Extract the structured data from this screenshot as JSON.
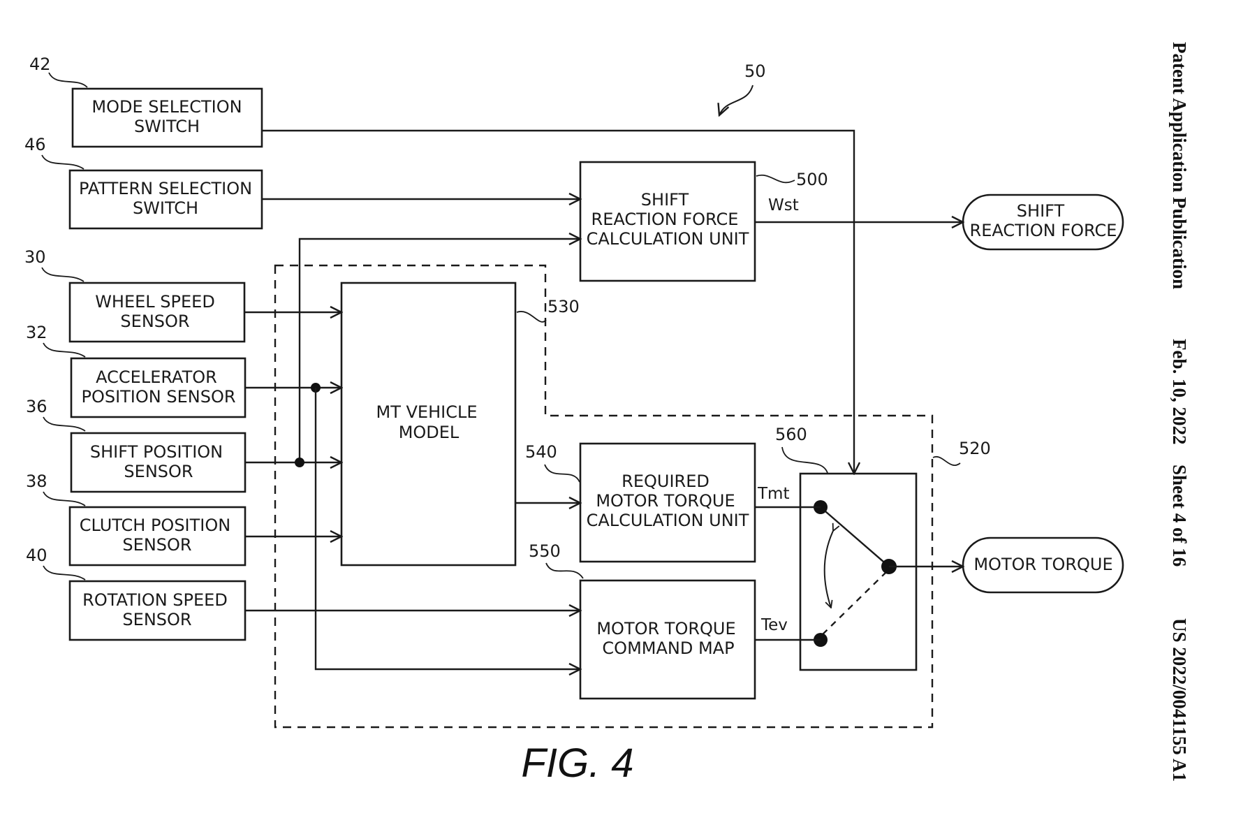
{
  "figure": {
    "caption": "FIG. 4",
    "system_ref": "50"
  },
  "header": {
    "publication": "Patent Application Publication",
    "date": "Feb. 10, 2022",
    "sheet": "Sheet 4 of 16",
    "number": "US 2022/0041155 A1"
  },
  "inputs": [
    {
      "ref": "42",
      "line1": "MODE SELECTION",
      "line2": "SWITCH"
    },
    {
      "ref": "46",
      "line1": "PATTERN SELECTION",
      "line2": "SWITCH"
    },
    {
      "ref": "30",
      "line1": "WHEEL SPEED",
      "line2": "SENSOR"
    },
    {
      "ref": "32",
      "line1": "ACCELERATOR",
      "line2": "POSITION SENSOR"
    },
    {
      "ref": "36",
      "line1": "SHIFT POSITION",
      "line2": "SENSOR"
    },
    {
      "ref": "38",
      "line1": "CLUTCH POSITION",
      "line2": "SENSOR"
    },
    {
      "ref": "40",
      "line1": "ROTATION SPEED",
      "line2": "SENSOR"
    }
  ],
  "units": {
    "shift_reaction": {
      "ref": "500",
      "line1": "SHIFT",
      "line2": "REACTION FORCE",
      "line3": "CALCULATION UNIT",
      "signal": "Wst"
    },
    "mt_model": {
      "ref": "530",
      "line1": "MT VEHICLE",
      "line2": "MODEL"
    },
    "required_torque": {
      "ref": "540",
      "line1": "REQUIRED",
      "line2": "MOTOR TORQUE",
      "line3": "CALCULATION UNIT",
      "signal": "Tmt"
    },
    "torque_map": {
      "ref": "550",
      "line1": "MOTOR TORQUE",
      "line2": "COMMAND MAP",
      "signal": "Tev"
    },
    "switch": {
      "ref": "560"
    },
    "ev_ecu": {
      "ref": "520"
    }
  },
  "outputs": {
    "shift_force": {
      "line1": "SHIFT",
      "line2": "REACTION FORCE"
    },
    "motor_torque": {
      "line1": "MOTOR TORQUE"
    }
  }
}
